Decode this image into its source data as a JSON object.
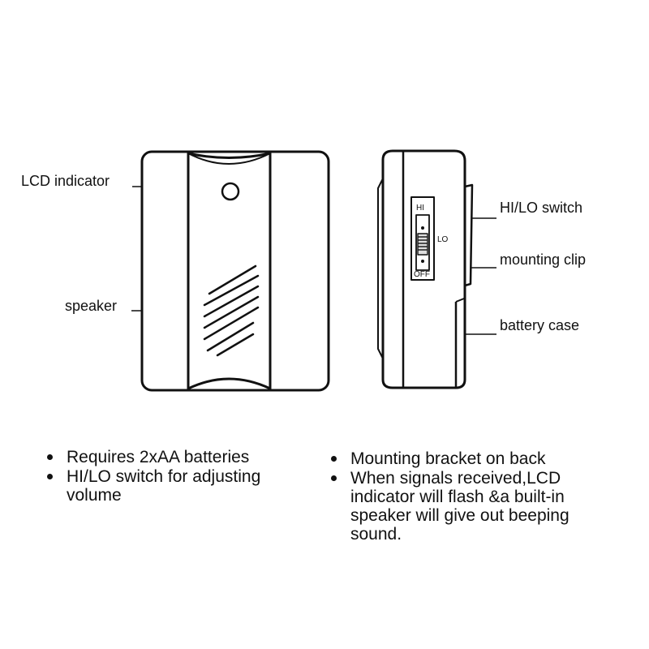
{
  "labels": {
    "lcd_indicator": "LCD indicator",
    "speaker": "speaker",
    "hi_lo_switch": "HI/LO switch",
    "mounting_clip": "mounting clip",
    "battery_case": "battery case",
    "switch_hi": "HI",
    "switch_lo": "LO",
    "switch_off": "OFF"
  },
  "notes_left": [
    "Requires 2xAA batteries",
    "HI/LO switch for adjusting volume"
  ],
  "notes_right": [
    "Mounting bracket on back",
    "When signals received,LCD indicator will flash &a built-in speaker will give out beeping sound."
  ]
}
